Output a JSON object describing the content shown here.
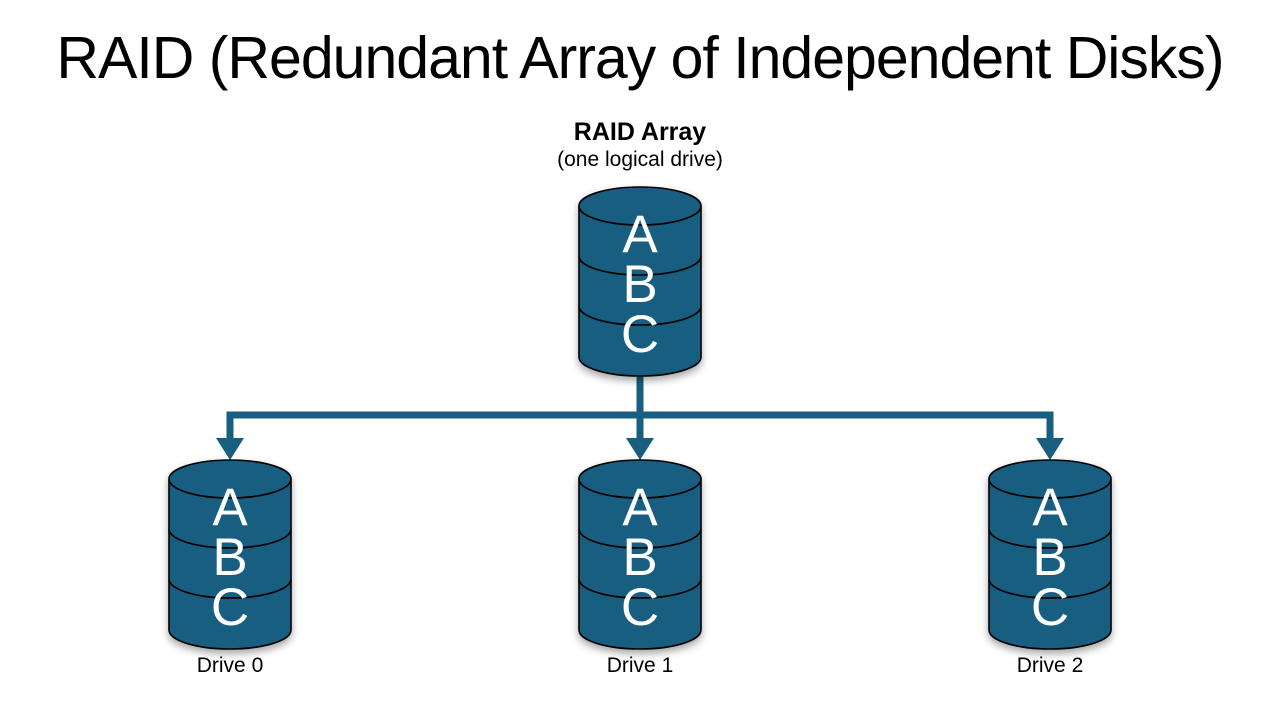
{
  "title": "RAID (Redundant Array of Independent Disks)",
  "array": {
    "label": "RAID Array",
    "sublabel": "(one logical drive)",
    "blocks": [
      "A",
      "B",
      "C"
    ]
  },
  "drives": [
    {
      "label": "Drive 0",
      "blocks": [
        "A",
        "B",
        "C"
      ]
    },
    {
      "label": "Drive 1",
      "blocks": [
        "A",
        "B",
        "C"
      ]
    },
    {
      "label": "Drive 2",
      "blocks": [
        "A",
        "B",
        "C"
      ]
    }
  ],
  "colors": {
    "cylinder-fill": "#175e80",
    "connector": "#175e80",
    "outline": "#000000",
    "block-text": "#ffffff",
    "title-text": "#000000",
    "background": "#ffffff"
  }
}
